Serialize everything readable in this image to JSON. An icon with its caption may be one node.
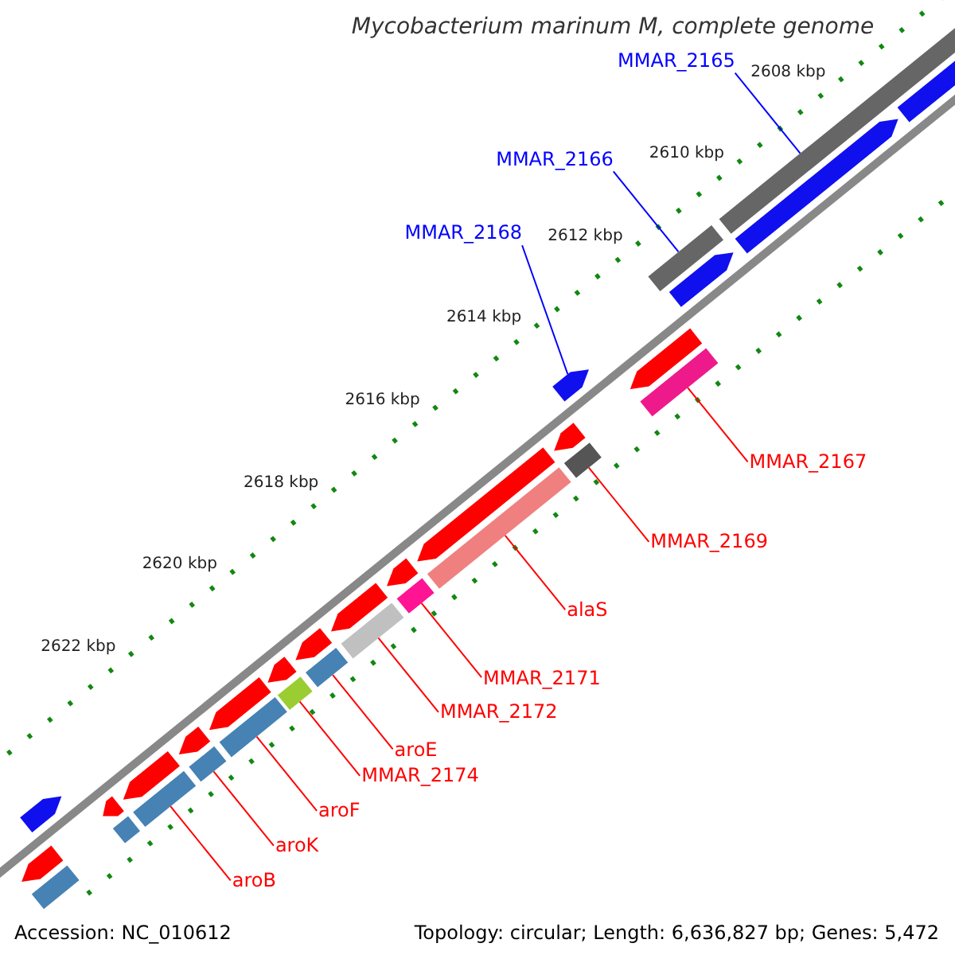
{
  "diagram": {
    "title": "Mycobacterium marinum M, complete genome",
    "nodes": [
      {
        "text": [
          "MMAR_2165"
        ]
      },
      {
        "text": [],
        "shape": "bar"
      },
      {
        "text": [
          "MMAR_2166"
        ]
      },
      {
        "text": [],
        "shape": "bar"
      },
      {
        "text": [
          "MMAR_2168"
        ]
      },
      {
        "text": [],
        "shape": "bar"
      },
      {
        "text": [
          "MMAR_2167"
        ]
      },
      {
        "text": [],
        "shape": "bar"
      },
      {
        "text": [
          "MMAR_2169"
        ]
      },
      {
        "text": [],
        "shape": "bar"
      },
      {
        "text": [
          "alaS"
        ]
      },
      {
        "text": [],
        "shape": "bar"
      },
      {
        "text": [
          "MMAR_2171"
        ]
      },
      {
        "text": [],
        "shape": "bar"
      },
      {
        "text": [
          "MMAR_2172"
        ]
      },
      {
        "text": [],
        "shape": "bar"
      },
      {
        "text": [
          "aroE"
        ]
      },
      {
        "text": [],
        "shape": "bar"
      },
      {
        "text": [
          "MMAR_2174"
        ]
      },
      {
        "text": [],
        "shape": "bar"
      },
      {
        "text": [
          "aroF"
        ]
      },
      {
        "text": [],
        "shape": "bar"
      },
      {
        "text": [
          "aroK"
        ]
      },
      {
        "text": [],
        "shape": "bar"
      },
      {
        "text": [
          "aroB"
        ]
      },
      {
        "text": [],
        "shape": "bar"
      },
      {
        "text": [],
        "shape": "bar"
      },
      {
        "text": [],
        "shape": "bar"
      },
      {
        "text": [],
        "shape": "bar"
      },
      {
        "text": [],
        "shape": "bar"
      },
      {
        "text": [],
        "shape": "bar"
      },
      {
        "text": [],
        "shape": "bar"
      },
      {
        "text": [],
        "shape": "bar"
      },
      {
        "text": [],
        "shape": "bar"
      },
      {
        "text": [],
        "shape": "bar"
      },
      {
        "text": [],
        "shape": "bar"
      },
      {
        "text": [],
        "shape": "bar"
      },
      {
        "text": [],
        "shape": "bar"
      },
      {
        "text": [],
        "shape": "bar"
      },
      {
        "text": [],
        "shape": "bar"
      },
      {
        "text": [],
        "shape": "bar"
      },
      {
        "text": [],
        "shape": "bar"
      },
      {
        "text": [],
        "shape": "bar"
      },
      {
        "text": [],
        "shape": "bar"
      }
    ],
    "edges": [
      {
        "from": 0,
        "to": 1,
        "arrow": "none",
        "color": "#0000ff"
      },
      {
        "from": 2,
        "to": 3,
        "arrow": "none",
        "color": "#0000ff"
      },
      {
        "from": 4,
        "to": 5,
        "arrow": "none",
        "color": "#0000ff"
      },
      {
        "from": 6,
        "to": 7,
        "arrow": "none"
      },
      {
        "from": 8,
        "to": 9,
        "arrow": "none"
      },
      {
        "from": 10,
        "to": 11,
        "arrow": "none"
      },
      {
        "from": 12,
        "to": 13,
        "arrow": "none"
      },
      {
        "from": 14,
        "to": 15,
        "arrow": "none"
      },
      {
        "from": 16,
        "to": 17,
        "arrow": "none"
      },
      {
        "from": 18,
        "to": 19,
        "arrow": "none"
      },
      {
        "from": 20,
        "to": 21,
        "arrow": "none"
      },
      {
        "from": 22,
        "to": 23,
        "arrow": "none"
      },
      {
        "from": 24,
        "to": 25,
        "arrow": "none"
      }
    ],
    "labels": [
      "2608 kbp",
      "2610 kbp",
      "2612 kbp",
      "2614 kbp",
      "2616 kbp",
      "2618 kbp",
      "2620 kbp",
      "2622 kbp",
      "Accession: NC_010612",
      "Topology: circular; Length: 6,636,827 bp; Genes: 5,472"
    ]
  }
}
